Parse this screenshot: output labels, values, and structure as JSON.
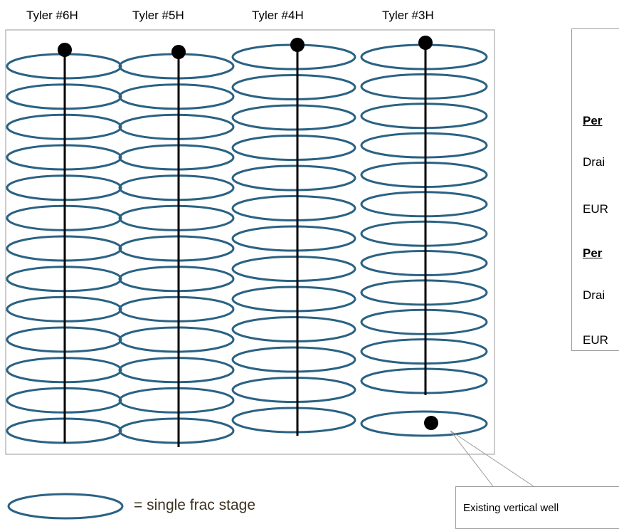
{
  "wells": [
    {
      "label": "Tyler #6H",
      "stages": 13
    },
    {
      "label": "Tyler #5H",
      "stages": 13
    },
    {
      "label": "Tyler #4H",
      "stages": 13
    },
    {
      "label": "Tyler #3H",
      "stages": 12
    }
  ],
  "side_panel": {
    "heading1": "Per",
    "row1": "Drai",
    "row2": "EUR",
    "heading2": "Per",
    "row3": "Drai",
    "row4": "EUR"
  },
  "legend": {
    "text": "= single frac stage"
  },
  "callout": {
    "text": "Existing vertical well"
  },
  "colors": {
    "stage_outline": "#2a6283",
    "box_border": "#9a9a9a",
    "line": "#000000"
  }
}
